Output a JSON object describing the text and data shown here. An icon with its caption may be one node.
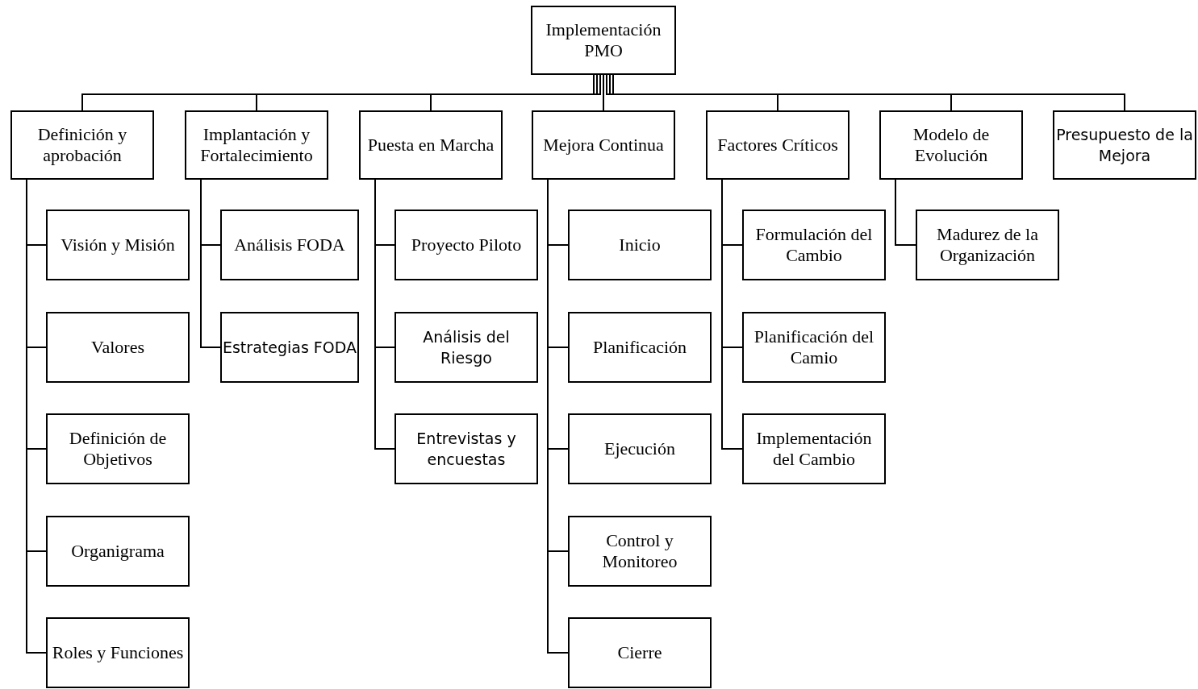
{
  "diagram": {
    "nodes": [
      {
        "text": [
          "Implementación PMO"
        ]
      },
      {
        "text": [
          "Definición y aprobación"
        ]
      },
      {
        "text": [
          "Visión y Misión"
        ]
      },
      {
        "text": [
          "Valores"
        ]
      },
      {
        "text": [
          "Definición de Objetivos"
        ]
      },
      {
        "text": [
          "Organigrama"
        ]
      },
      {
        "text": [
          "Roles y Funciones"
        ]
      },
      {
        "text": [
          "Implantación y Fortalecimiento"
        ]
      },
      {
        "text": [
          "Análisis FODA"
        ]
      },
      {
        "text": [
          "Estrategias FODA"
        ]
      },
      {
        "text": [
          "Puesta en Marcha"
        ]
      },
      {
        "text": [
          "Proyecto Piloto"
        ]
      },
      {
        "text": [
          "Análisis del Riesgo"
        ]
      },
      {
        "text": [
          "Entrevistas y encuestas"
        ]
      },
      {
        "text": [
          "Mejora Continua"
        ]
      },
      {
        "text": [
          "Inicio"
        ]
      },
      {
        "text": [
          "Planificación"
        ]
      },
      {
        "text": [
          "Ejecución"
        ]
      },
      {
        "text": [
          "Control y Monitoreo"
        ]
      },
      {
        "text": [
          "Cierre"
        ]
      },
      {
        "text": [
          "Factores Críticos"
        ]
      },
      {
        "text": [
          "Formulación del Cambio"
        ]
      },
      {
        "text": [
          "Planificación del Camio"
        ]
      },
      {
        "text": [
          "Implementación del Cambio"
        ]
      },
      {
        "text": [
          "Modelo de Evolución"
        ]
      },
      {
        "text": [
          "Madurez de la Organización"
        ]
      },
      {
        "text": [
          "Presupuesto de la Mejora"
        ]
      }
    ],
    "edges": [
      {
        "from": 0,
        "to": 1,
        "arrow": "none"
      },
      {
        "from": 0,
        "to": 7,
        "arrow": "none"
      },
      {
        "from": 0,
        "to": 10,
        "arrow": "none"
      },
      {
        "from": 0,
        "to": 14,
        "arrow": "none"
      },
      {
        "from": 0,
        "to": 20,
        "arrow": "none"
      },
      {
        "from": 0,
        "to": 24,
        "arrow": "none"
      },
      {
        "from": 0,
        "to": 26,
        "arrow": "none"
      },
      {
        "from": 1,
        "to": 2,
        "arrow": "none"
      },
      {
        "from": 1,
        "to": 3,
        "arrow": "none"
      },
      {
        "from": 1,
        "to": 4,
        "arrow": "none"
      },
      {
        "from": 1,
        "to": 5,
        "arrow": "none"
      },
      {
        "from": 1,
        "to": 6,
        "arrow": "none"
      },
      {
        "from": 7,
        "to": 8,
        "arrow": "none"
      },
      {
        "from": 7,
        "to": 9,
        "arrow": "none"
      },
      {
        "from": 10,
        "to": 11,
        "arrow": "none"
      },
      {
        "from": 10,
        "to": 12,
        "arrow": "none"
      },
      {
        "from": 10,
        "to": 13,
        "arrow": "none"
      },
      {
        "from": 14,
        "to": 15,
        "arrow": "none"
      },
      {
        "from": 14,
        "to": 16,
        "arrow": "none"
      },
      {
        "from": 14,
        "to": 17,
        "arrow": "none"
      },
      {
        "from": 14,
        "to": 18,
        "arrow": "none"
      },
      {
        "from": 14,
        "to": 19,
        "arrow": "none"
      },
      {
        "from": 20,
        "to": 21,
        "arrow": "none"
      },
      {
        "from": 20,
        "to": 22,
        "arrow": "none"
      },
      {
        "from": 20,
        "to": 23,
        "arrow": "none"
      },
      {
        "from": 24,
        "to": 25,
        "arrow": "none"
      }
    ]
  }
}
